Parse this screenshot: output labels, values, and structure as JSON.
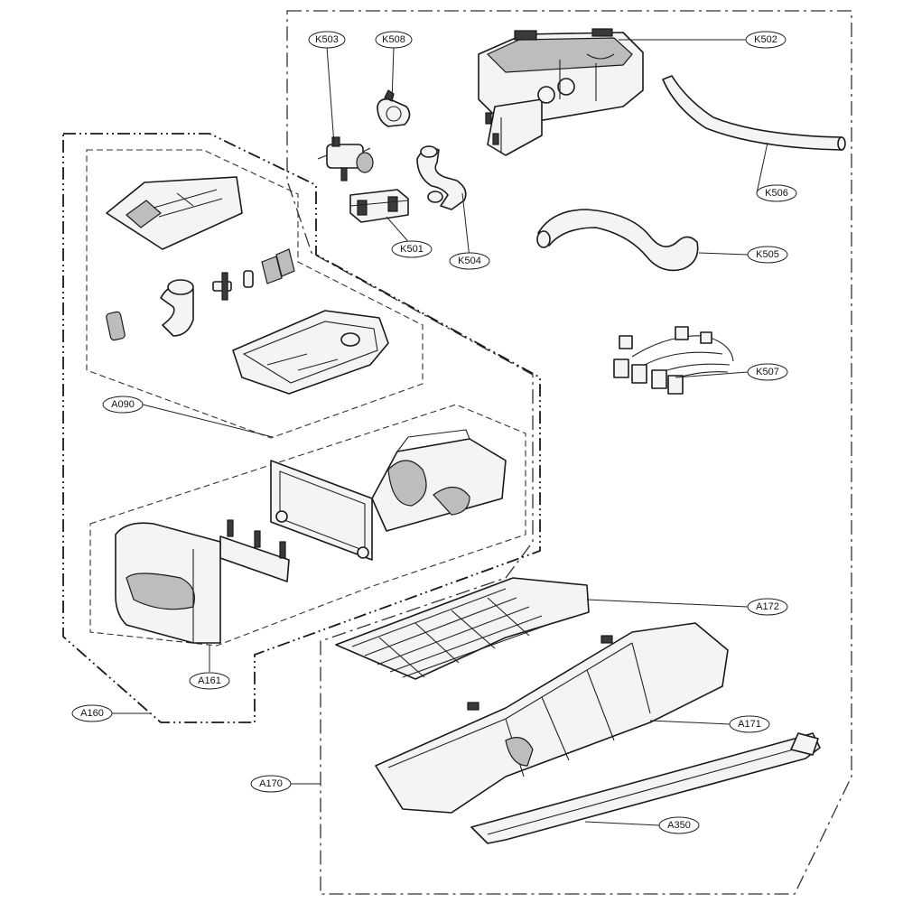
{
  "labels": {
    "k503": "K503",
    "k508": "K508",
    "k502": "K502",
    "k506": "K506",
    "k501": "K501",
    "k504": "K504",
    "k505": "K505",
    "k507": "K507",
    "a090": "A090",
    "a172": "A172",
    "a161": "A161",
    "a160": "A160",
    "a171": "A171",
    "a170": "A170",
    "a350": "A350"
  }
}
